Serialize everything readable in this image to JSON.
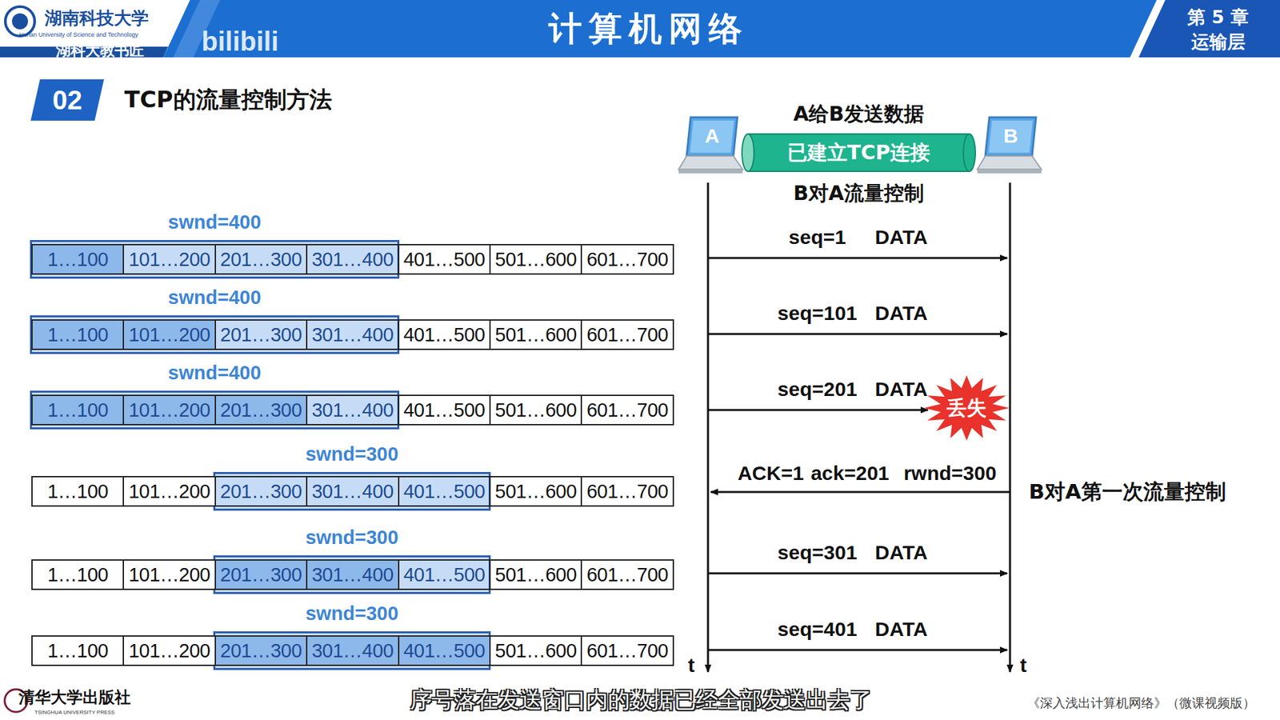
{
  "diagram": {
    "title": "计算机网络",
    "caption": "序号落在发送窗口内的数据已经全部发送出去了",
    "nodes": [
      {
        "text": [
          "02"
        ]
      },
      {
        "text": [
          "A"
        ]
      },
      {
        "text": [
          "B"
        ]
      },
      {
        "text": [
          "已建立TCP连接"
        ]
      },
      {
        "text": [
          "丢失"
        ]
      }
    ],
    "labels": [
      "湖南科技大学",
      "Hunan University of Science and Technology",
      "湖科大教书匠",
      "bilibili",
      "第 5 章",
      "运输层",
      "TCP的流量控制方法",
      "A给B发送数据",
      "B对A流量控制",
      "swnd=400",
      "1…100",
      "101…200",
      "201…300",
      "301…400",
      "401…500",
      "501…600",
      "601…700",
      "swnd=400",
      "1…100",
      "101…200",
      "201…300",
      "301…400",
      "401…500",
      "501…600",
      "601…700",
      "swnd=400",
      "1…100",
      "101…200",
      "201…300",
      "301…400",
      "401…500",
      "501…600",
      "601…700",
      "swnd=300",
      "1…100",
      "101…200",
      "201…300",
      "301…400",
      "401…500",
      "501…600",
      "601…700",
      "swnd=300",
      "1…100",
      "101…200",
      "201…300",
      "301…400",
      "401…500",
      "501…600",
      "601…700",
      "swnd=300",
      "1…100",
      "101…200",
      "201…300",
      "301…400",
      "401…500",
      "501…600",
      "601…700",
      "seq=1",
      "DATA",
      "seq=101",
      "DATA",
      "seq=201",
      "DATA",
      "ACK=1",
      "ack=201",
      "rwnd=300",
      "B对A第一次流量控制",
      "seq=301",
      "DATA",
      "seq=401",
      "DATA",
      "t",
      "t",
      "清华大学出版社",
      "TSINGHUA UNIVERSITY PRESS",
      "《深入浅出计算机网络》（微课视频版）"
    ]
  }
}
